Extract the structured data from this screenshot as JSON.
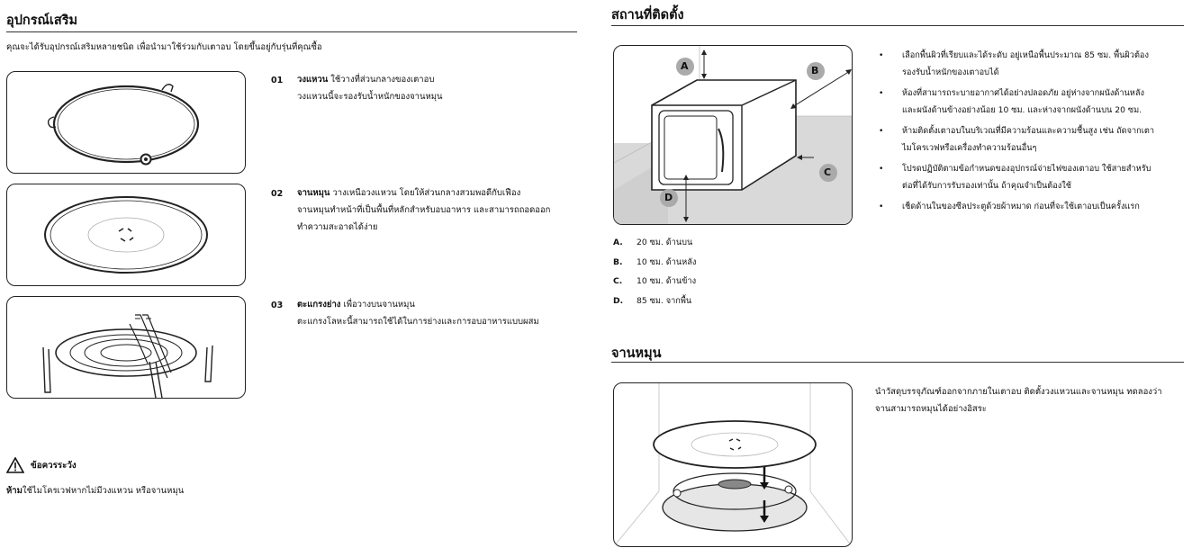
{
  "accessories": {
    "title": "อุปกรณ์เสริม",
    "intro": "คุณจะได้รับอุปกรณ์เสริมหลายชนิด เพื่อนำมาใช้ร่วมกับเตาอบ โดยขึ้นอยู่กับรุ่นที่คุณซื้อ",
    "items": [
      {
        "num": "01",
        "name": "วงแหวน",
        "line1": "ใช้วางที่ส่วนกลางของเตาอบ",
        "line2": "วงแหวนนี้จะรองรับน้ำหนักของจานหมุน",
        "line3": ""
      },
      {
        "num": "02",
        "name": "จานหมุน",
        "line1": "วางเหนือวงแหวน โดยให้ส่วนกลางสวมพอดีกับเฟือง",
        "line2": "จานหมุนทำหน้าที่เป็นพื้นที่หลักสำหรับอบอาหาร และสามารถถอดออก",
        "line3": "ทำความสะอาดได้ง่าย"
      },
      {
        "num": "03",
        "name": "ตะแกรงย่าง",
        "line1": "เพื่อวางบนจานหมุน",
        "line2": "ตะแกรงโลหะนี้สามารถใช้ได้ในการย่างและการอบอาหารแบบผสม",
        "line3": ""
      }
    ],
    "caution_title": "ข้อควรระวัง",
    "caution_bold": "ห้าม",
    "caution_text": "ใช้ไมโครเวฟหากไม่มีวงแหวน หรือจานหมุน"
  },
  "install": {
    "title": "สถานที่ติดตั้ง",
    "diagram_labels": [
      "A",
      "B",
      "C",
      "D"
    ],
    "bullets": [
      {
        "l1": "เลือกพื้นผิวที่เรียบและได้ระดับ อยู่เหนือพื้นประมาณ 85 ซม. พื้นผิวต้อง",
        "l2": "รองรับน้ำหนักของเตาอบได้"
      },
      {
        "l1": "ห้องที่สามารถระบายอากาศได้อย่างปลอดภัย อยู่ห่างจากผนังด้านหลัง",
        "l2": "และผนังด้านข้างอย่างน้อย 10 ซม. และห่างจากผนังด้านบน 20 ซม."
      },
      {
        "l1": "ห้ามติดตั้งเตาอบในบริเวณที่มีความร้อนและความชื้นสูง เช่น ถัดจากเตา",
        "l2": "ไมโครเวฟหรือเครื่องทำความร้อนอื่นๆ"
      },
      {
        "l1": "โปรดปฏิบัติตามข้อกำหนดของอุปกรณ์จ่ายไฟของเตาอบ ใช้สายสำหรับ",
        "l2": "ต่อที่ได้รับการรับรองเท่านั้น ถ้าคุณจำเป็นต้องใช้"
      },
      {
        "l1": "เช็ดด้านในของซีลประตูด้วยผ้าหมาด ก่อนที่จะใช้เตาอบเป็นครั้งแรก",
        "l2": ""
      }
    ],
    "dims": [
      {
        "k": "A.",
        "v": "20 ซม. ด้านบน"
      },
      {
        "k": "B.",
        "v": "10 ซม. ด้านหลัง"
      },
      {
        "k": "C.",
        "v": "10 ซม. ด้านข้าง"
      },
      {
        "k": "D.",
        "v": "85 ซม. จากพื้น"
      }
    ]
  },
  "turntable": {
    "title": "จานหมุน",
    "line1": "นำวัสดุบรรจุภัณฑ์ออกจากภายในเตาอบ ติดตั้งวงแหวนและจานหมุน ทดลองว่า",
    "line2": "จานสามารถหมุนได้อย่างอิสระ"
  }
}
